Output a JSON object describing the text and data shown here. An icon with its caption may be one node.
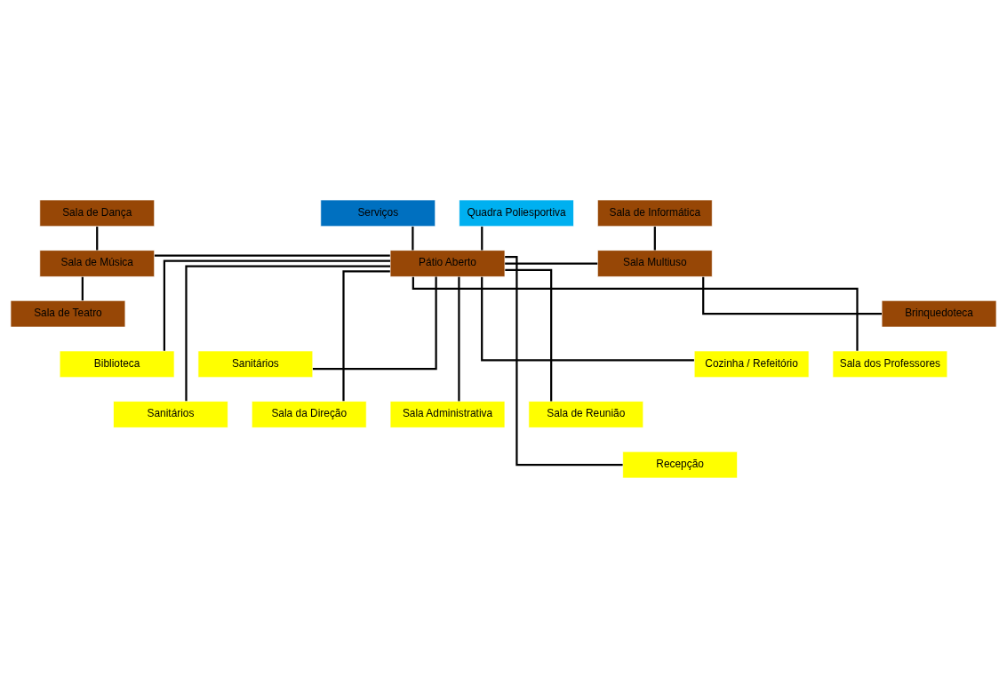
{
  "diagram": {
    "nodes": [
      {
        "text": [
          "Serviços"
        ]
      },
      {
        "text": [
          "Quadra Poliesportiva"
        ]
      },
      {
        "text": [
          "Sala de Dança"
        ]
      },
      {
        "text": [
          "Sala de Música"
        ]
      },
      {
        "text": [
          "Sala de Teatro"
        ]
      },
      {
        "text": [
          "Pátio Aberto"
        ]
      },
      {
        "text": [
          "Sala de Informática"
        ]
      },
      {
        "text": [
          "Sala Multiuso"
        ]
      },
      {
        "text": [
          "Brinquedoteca"
        ]
      },
      {
        "text": [
          "Cozinha / Refeitório"
        ]
      },
      {
        "text": [
          "Sala dos Professores"
        ]
      },
      {
        "text": [
          "Biblioteca"
        ]
      },
      {
        "text": [
          "Sanitários"
        ]
      },
      {
        "text": [
          "Sanitários"
        ]
      },
      {
        "text": [
          "Sala da Direção"
        ]
      },
      {
        "text": [
          "Sala Administrativa"
        ]
      },
      {
        "text": [
          "Sala de Reunião"
        ]
      },
      {
        "text": [
          "Recepção"
        ]
      }
    ],
    "edges": [
      {
        "from": 0,
        "to": 5,
        "arrow": "none"
      },
      {
        "from": 1,
        "to": 5,
        "arrow": "none"
      },
      {
        "from": 2,
        "to": 3,
        "arrow": "none"
      },
      {
        "from": 3,
        "to": 4,
        "arrow": "none"
      },
      {
        "from": 3,
        "to": 5,
        "arrow": "none"
      },
      {
        "from": 5,
        "to": 7,
        "arrow": "none"
      },
      {
        "from": 6,
        "to": 7,
        "arrow": "none"
      },
      {
        "from": 7,
        "to": 8,
        "arrow": "none"
      },
      {
        "from": 5,
        "to": 9,
        "arrow": "none"
      },
      {
        "from": 5,
        "to": 10,
        "arrow": "none"
      },
      {
        "from": 5,
        "to": 11,
        "arrow": "none"
      },
      {
        "from": 5,
        "to": 12,
        "arrow": "none"
      },
      {
        "from": 5,
        "to": 13,
        "arrow": "none"
      },
      {
        "from": 5,
        "to": 14,
        "arrow": "none"
      },
      {
        "from": 5,
        "to": 15,
        "arrow": "none"
      },
      {
        "from": 5,
        "to": 16,
        "arrow": "none"
      },
      {
        "from": 5,
        "to": 17,
        "arrow": "none"
      }
    ]
  }
}
